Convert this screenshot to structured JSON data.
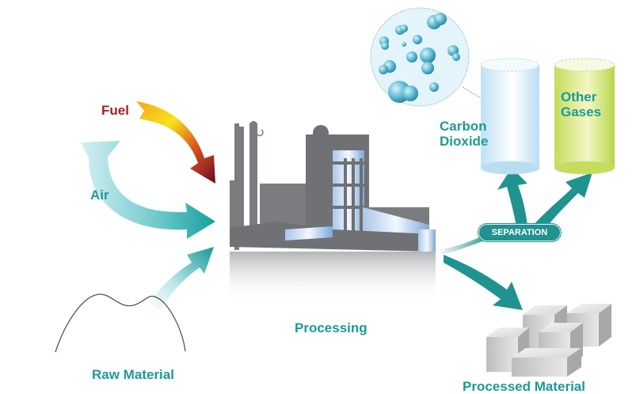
{
  "diagram": {
    "title": "Industrial processing with carbon dioxide separation",
    "inputs": [
      {
        "label": "Fuel",
        "color": "#a31f2e"
      },
      {
        "label": "Air",
        "color": "#1b9a98"
      },
      {
        "label": "Raw Material",
        "color": "#1b9a98"
      }
    ],
    "process": {
      "label": "Processing"
    },
    "separation": {
      "label": "SEPARATION"
    },
    "outputs": [
      {
        "label_line1": "Carbon",
        "label_line2": "Dioxide"
      },
      {
        "label_line1": "Other",
        "label_line2": "Gases"
      },
      {
        "label": "Processed Material"
      }
    ],
    "colors": {
      "teal": "#1b9a98",
      "fuel_red": "#a31f2e",
      "fuel_yellow": "#f7d21a",
      "factory_gray": "#76787c",
      "glass_blue": "#b7d3ee",
      "co2_cyan": "#bfe6f4",
      "gas_green": "#c8e06a"
    }
  }
}
